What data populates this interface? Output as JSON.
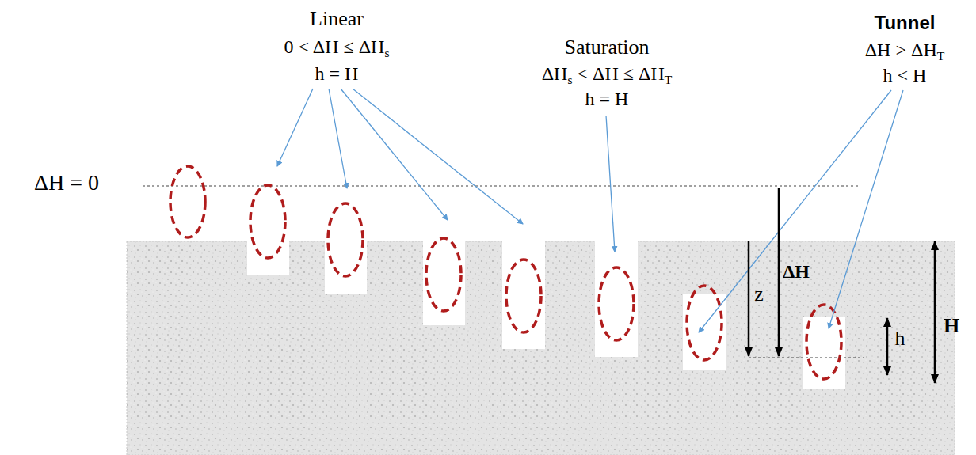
{
  "diagram": {
    "labels": [
      "Linear",
      "0 < ΔH ≤ ΔHs",
      "h = H",
      "Saturation",
      "ΔHs < ΔH ≤ ΔHT",
      "h = H",
      "Tunnel",
      "ΔH > ΔHT",
      "h < H",
      "ΔH = 0",
      "z",
      "ΔH",
      "h",
      "H"
    ]
  }
}
